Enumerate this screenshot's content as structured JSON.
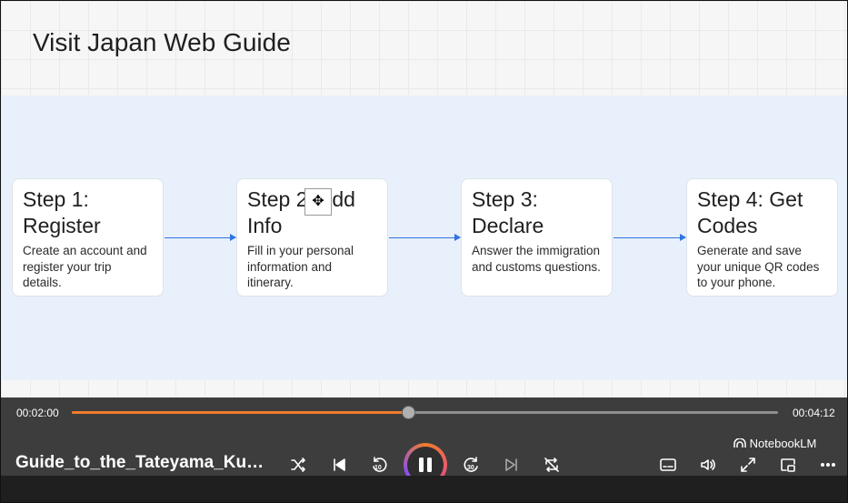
{
  "slide": {
    "title": "Visit Japan Web Guide",
    "steps": [
      {
        "title": "Step 1: Register",
        "description": "Create an account and register your trip details."
      },
      {
        "title": "Step 2: Add Info",
        "description": "Fill in your personal information and itinerary."
      },
      {
        "title": "Step 3: Declare",
        "description": "Answer the immigration and customs questions."
      },
      {
        "title": "Step 4: Get Codes",
        "description": "Generate and save your unique QR codes to your phone."
      }
    ],
    "arrow_color": "#2f74e0"
  },
  "player": {
    "elapsed": "00:02:00",
    "duration": "00:04:12",
    "progress": 0.476,
    "video_title": "Guide_to_the_Tateyama_Kur...",
    "brand": "NotebookLM",
    "skip_back_seconds": "10",
    "skip_forward_seconds": "30",
    "accent_color": "#f07c2c",
    "icons": [
      "shuffle-icon",
      "previous-icon",
      "rewind-10-icon",
      "pause-icon",
      "forward-30-icon",
      "next-icon",
      "repeat-off-icon",
      "captions-icon",
      "volume-icon",
      "fullscreen-icon",
      "mini-player-icon",
      "more-icon"
    ]
  }
}
